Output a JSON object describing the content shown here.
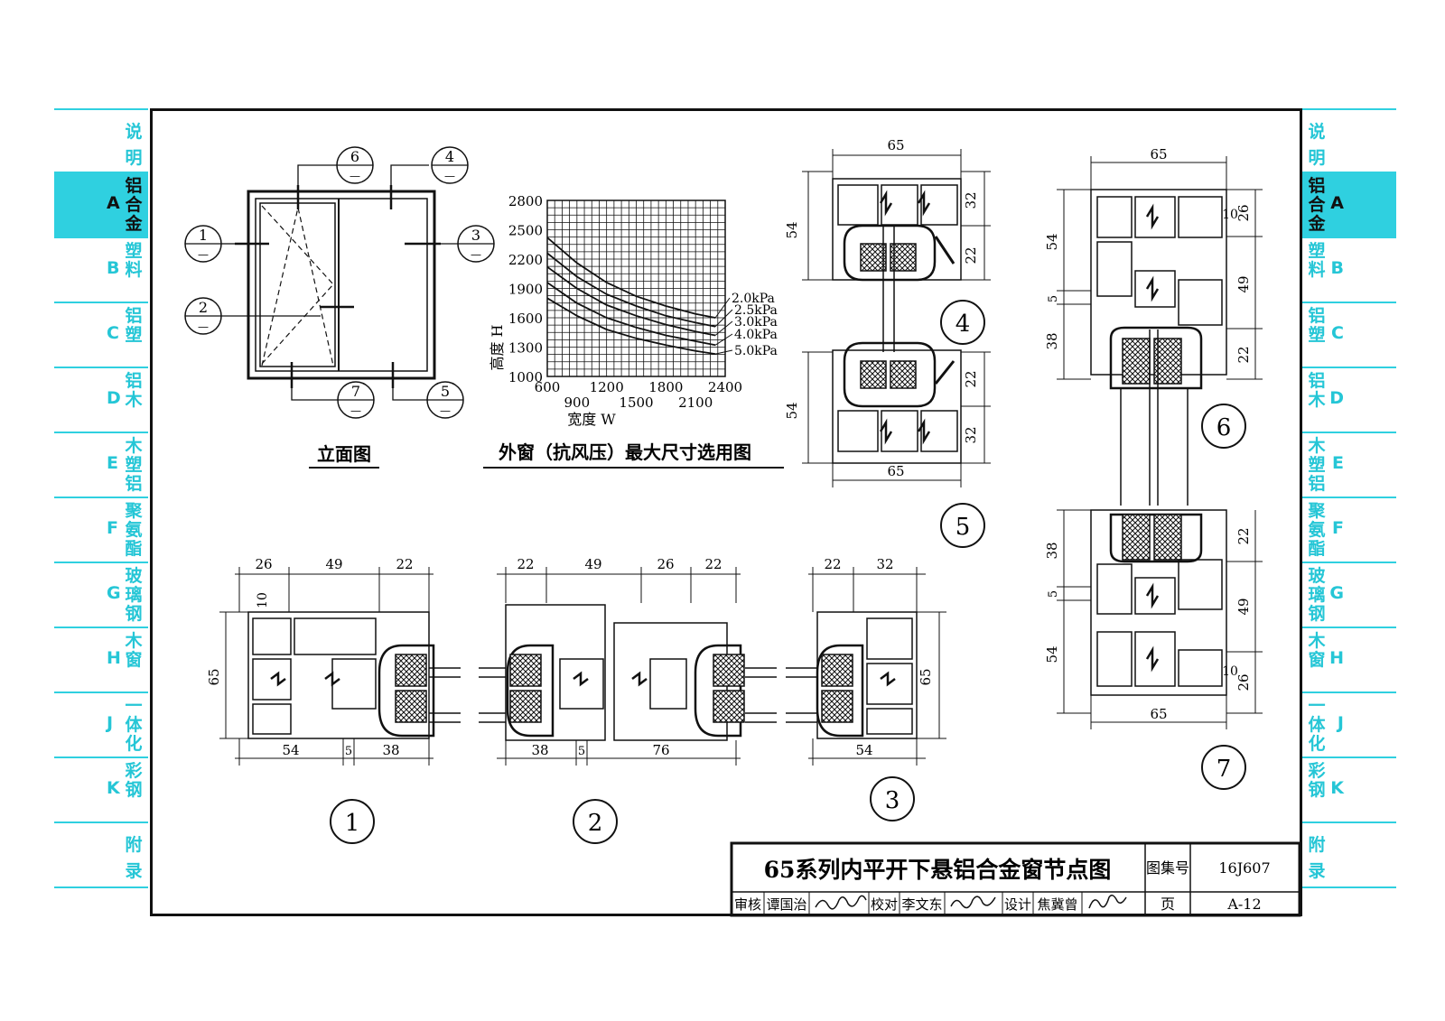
{
  "tabs": [
    {
      "code": "",
      "name": "说明"
    },
    {
      "code": "A",
      "name": "铝合金",
      "active": true
    },
    {
      "code": "B",
      "name": "塑料"
    },
    {
      "code": "C",
      "name": "铝塑"
    },
    {
      "code": "D",
      "name": "铝木"
    },
    {
      "code": "E",
      "name": "木塑铝"
    },
    {
      "code": "F",
      "name": "聚氨酯"
    },
    {
      "code": "G",
      "name": "玻璃钢"
    },
    {
      "code": "H",
      "name": "木窗"
    },
    {
      "code": "J",
      "name": "一体化"
    },
    {
      "code": "K",
      "name": "彩钢"
    },
    {
      "code": "",
      "name": "附录"
    }
  ],
  "elevation": {
    "caption": "立面图",
    "markers": [
      {
        "num": "6",
        "sub": "—"
      },
      {
        "num": "4",
        "sub": "—"
      },
      {
        "num": "1",
        "sub": "—"
      },
      {
        "num": "3",
        "sub": "—"
      },
      {
        "num": "2",
        "sub": "—"
      },
      {
        "num": "7",
        "sub": "—"
      },
      {
        "num": "5",
        "sub": "—"
      }
    ]
  },
  "chart_data": {
    "type": "line",
    "title": "外窗（抗风压）最大尺寸选用图",
    "xlabel": "宽度 W",
    "ylabel": "高度 H",
    "xlim": [
      600,
      2400
    ],
    "ylim": [
      1000,
      2800
    ],
    "x_ticks_upper": [
      "600",
      "1200",
      "1800",
      "2400"
    ],
    "x_ticks_lower": [
      "900",
      "1500",
      "2100"
    ],
    "y_ticks": [
      "2800",
      "2500",
      "2200",
      "1900",
      "1600",
      "1300",
      "1000"
    ],
    "grid": true,
    "series": [
      {
        "name": "2.0kPa",
        "x": [
          600,
          900,
          1200,
          1500,
          1800,
          2100,
          2300
        ],
        "y": [
          2420,
          2160,
          1960,
          1820,
          1720,
          1640,
          1600
        ]
      },
      {
        "name": "2.5kPa",
        "x": [
          600,
          900,
          1200,
          1500,
          1800,
          2100,
          2300
        ],
        "y": [
          2260,
          2020,
          1840,
          1720,
          1620,
          1550,
          1510
        ]
      },
      {
        "name": "3.0kPa",
        "x": [
          600,
          900,
          1200,
          1500,
          1800,
          2100,
          2300
        ],
        "y": [
          2120,
          1900,
          1730,
          1620,
          1530,
          1460,
          1420
        ]
      },
      {
        "name": "4.0kPa",
        "x": [
          600,
          900,
          1200,
          1500,
          1800,
          2100,
          2300
        ],
        "y": [
          1960,
          1750,
          1600,
          1500,
          1420,
          1360,
          1320
        ]
      },
      {
        "name": "5.0kPa",
        "x": [
          600,
          900,
          1200,
          1500,
          1800,
          2100,
          2300
        ],
        "y": [
          1800,
          1620,
          1480,
          1390,
          1320,
          1260,
          1230
        ]
      }
    ]
  },
  "details": {
    "d1": {
      "label": "1",
      "top_dims": [
        "26",
        "49",
        "22"
      ],
      "bottom_dims": [
        "54",
        "5",
        "38"
      ],
      "side_dims": [
        "10",
        "65"
      ]
    },
    "d2": {
      "label": "2",
      "top_dims": [
        "22",
        "49",
        "26",
        "22"
      ],
      "bottom_dims": [
        "38",
        "5",
        "76"
      ]
    },
    "d3": {
      "label": "3",
      "top_dims": [
        "22",
        "32"
      ],
      "bottom_dims": [
        "54"
      ],
      "side_dims": [
        "65"
      ]
    },
    "d4": {
      "label": "4",
      "top_dims": [
        "65"
      ],
      "left_dims": [
        "54"
      ],
      "right_dims": [
        "32",
        "22"
      ]
    },
    "d5": {
      "label": "5",
      "bottom_dims": [
        "65"
      ],
      "left_dims": [
        "54"
      ],
      "right_dims": [
        "22",
        "32"
      ]
    },
    "d6": {
      "label": "6",
      "top_dims": [
        "65"
      ],
      "left_dims": [
        "54",
        "5",
        "38"
      ],
      "right_dims": [
        "10",
        "26",
        "49",
        "22"
      ]
    },
    "d7": {
      "label": "7",
      "bottom_dims": [
        "65"
      ],
      "left_dims": [
        "38",
        "5",
        "54"
      ],
      "right_dims": [
        "22",
        "49",
        "10",
        "26"
      ]
    }
  },
  "title_block": {
    "title": "65系列内平开下悬铝合金窗节点图",
    "atlas_label": "图集号",
    "atlas_no": "16J607",
    "page_label": "页",
    "page_no": "A-12",
    "review_label": "审核",
    "reviewer": "谭国治",
    "check_label": "校对",
    "checker": "李文东",
    "design_label": "设计",
    "designer": "焦冀曾"
  }
}
